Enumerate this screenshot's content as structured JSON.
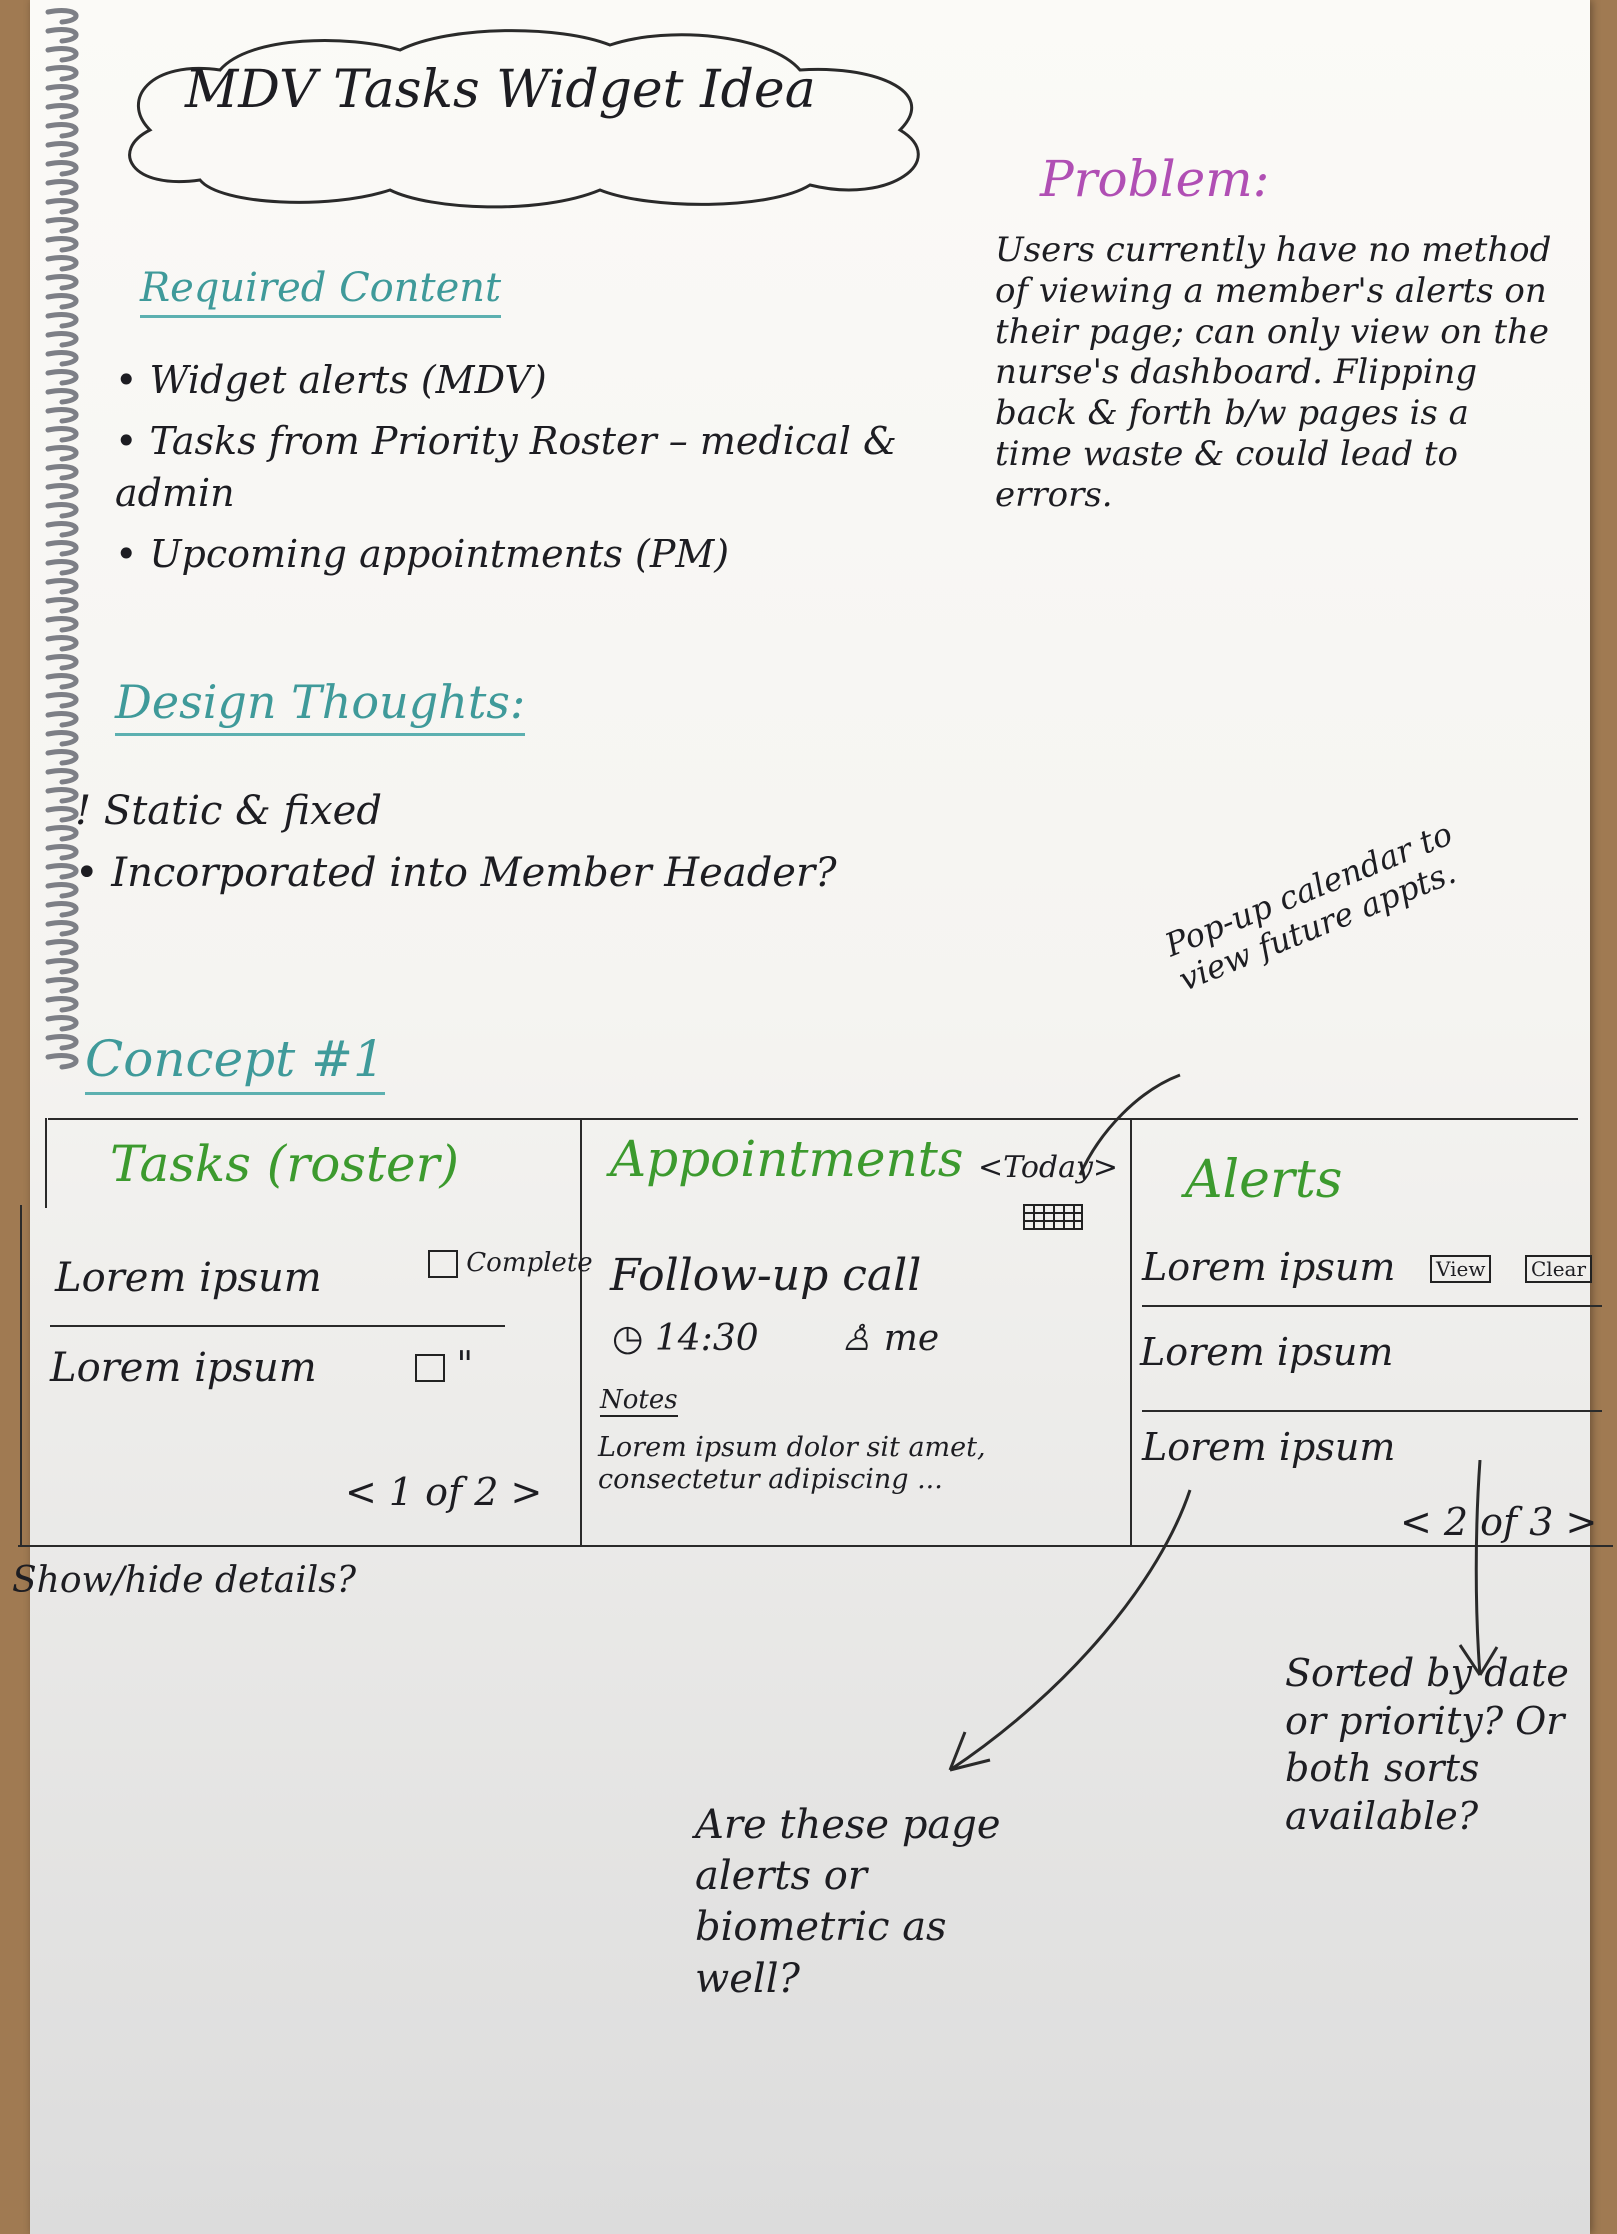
{
  "title": "MDV Tasks Widget Idea",
  "required_content": {
    "heading": "Required Content",
    "items": [
      "• Widget alerts (MDV)",
      "• Tasks from Priority Roster – medical & admin",
      "• Upcoming appointments (PM)"
    ]
  },
  "problem": {
    "heading": "Problem:",
    "text": "Users currently have no method of viewing a member's alerts on their page; can only view on the nurse's dashboard. Flipping back & forth b/w pages is a time waste & could lead to errors."
  },
  "design_thoughts": {
    "heading": "Design Thoughts:",
    "items": [
      "! Static & fixed",
      "• Incorporated into Member Header?"
    ]
  },
  "concept": {
    "heading": "Concept #1",
    "calendar_note": "Pop-up calendar to view future appts.",
    "tasks": {
      "header": "Tasks (roster)",
      "rows": [
        {
          "text": "Lorem ipsum",
          "check_label": "Complete"
        },
        {
          "text": "Lorem ipsum",
          "check_label": "\""
        }
      ],
      "pager": "< 1 of 2 >"
    },
    "appointments": {
      "header": "Appointments",
      "nav": "<Today>",
      "item_title": "Follow-up call",
      "time": "14:30",
      "person": "me",
      "notes_label": "Notes",
      "notes_text": "Lorem ipsum dolor sit amet, consectetur adipiscing ..."
    },
    "alerts": {
      "header": "Alerts",
      "rows": [
        "Lorem ipsum",
        "Lorem ipsum",
        "Lorem ipsum"
      ],
      "view_label": "View",
      "clear_label": "Clear",
      "pager": "< 2 of 3 >"
    }
  },
  "notes": {
    "show_hide": "Show/hide details?",
    "sorted": "Sorted by date or priority? Or both sorts available?",
    "alerts_question": "Are these page alerts or biometric as well?"
  },
  "colors": {
    "teal": "#3f9a9a",
    "green": "#3c9a2e",
    "purple": "#b04fb4",
    "ink": "#1d1d22"
  }
}
